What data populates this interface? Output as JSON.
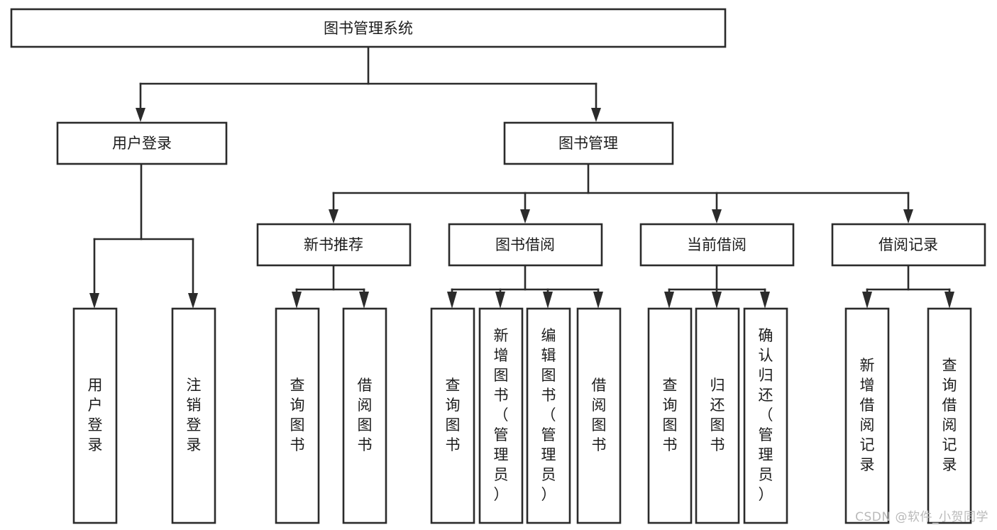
{
  "diagram": {
    "type": "tree",
    "title": "图书管理系统",
    "watermark": "CSDN @软件_小贺同学",
    "colors": {
      "box_fill": "#ffffff",
      "box_stroke": "#2b2b2b",
      "text": "#1c1c1c",
      "background": "#ffffff",
      "watermark": "#b9b9b9"
    },
    "nodes": {
      "root": {
        "label": "图书管理系统",
        "orientation": "horizontal"
      },
      "level2": [
        {
          "id": "user-login",
          "label": "用户登录",
          "orientation": "horizontal"
        },
        {
          "id": "book-manage",
          "label": "图书管理",
          "orientation": "horizontal"
        }
      ],
      "level3": [
        {
          "id": "new-book-recommend",
          "label": "新书推荐",
          "orientation": "horizontal"
        },
        {
          "id": "book-borrow",
          "label": "图书借阅",
          "orientation": "horizontal"
        },
        {
          "id": "current-borrow",
          "label": "当前借阅",
          "orientation": "horizontal"
        },
        {
          "id": "borrow-record",
          "label": "借阅记录",
          "orientation": "horizontal"
        }
      ],
      "leaves": [
        {
          "id": "leaf-user-login",
          "label": "用户登录",
          "parent": "user-login",
          "orientation": "vertical"
        },
        {
          "id": "leaf-logout-login",
          "label": "注销登录",
          "parent": "user-login",
          "orientation": "vertical"
        },
        {
          "id": "leaf-query-book-1",
          "label": "查询图书",
          "parent": "new-book-recommend",
          "orientation": "vertical"
        },
        {
          "id": "leaf-borrow-book-1",
          "label": "借阅图书",
          "parent": "new-book-recommend",
          "orientation": "vertical"
        },
        {
          "id": "leaf-query-book-2",
          "label": "查询图书",
          "parent": "book-borrow",
          "orientation": "vertical"
        },
        {
          "id": "leaf-add-book",
          "label": "新增图书（管理员）",
          "parent": "book-borrow",
          "orientation": "vertical"
        },
        {
          "id": "leaf-edit-book",
          "label": "编辑图书（管理员）",
          "parent": "book-borrow",
          "orientation": "vertical"
        },
        {
          "id": "leaf-borrow-book-2",
          "label": "借阅图书",
          "parent": "book-borrow",
          "orientation": "vertical"
        },
        {
          "id": "leaf-query-book-3",
          "label": "查询图书",
          "parent": "current-borrow",
          "orientation": "vertical"
        },
        {
          "id": "leaf-return-book",
          "label": "归还图书",
          "parent": "current-borrow",
          "orientation": "vertical"
        },
        {
          "id": "leaf-confirm-return",
          "label": "确认归还（管理员）",
          "parent": "current-borrow",
          "orientation": "vertical"
        },
        {
          "id": "leaf-add-record",
          "label": "新增借阅记录",
          "parent": "borrow-record",
          "orientation": "vertical"
        },
        {
          "id": "leaf-query-record",
          "label": "查询借阅记录",
          "parent": "borrow-record",
          "orientation": "vertical"
        }
      ]
    }
  }
}
